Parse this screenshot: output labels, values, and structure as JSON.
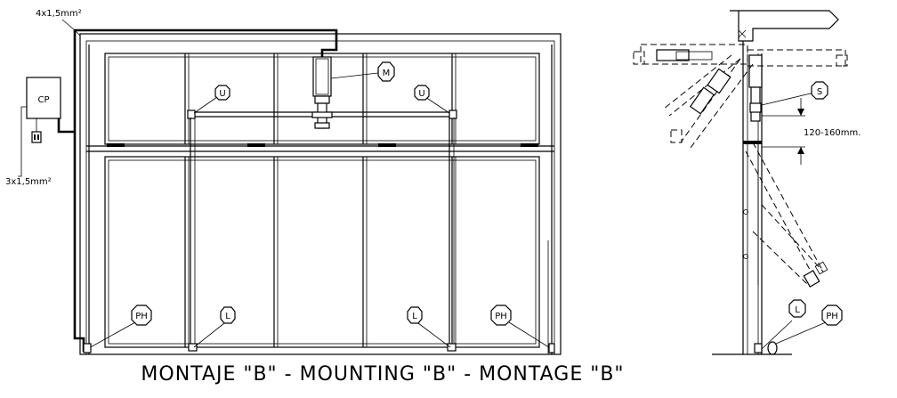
{
  "labels": {
    "cable_top": "4x1,5mm²",
    "cable_left": "3x1,5mm²",
    "control_panel": "CP",
    "motor": "M",
    "upper_left": "U",
    "upper_right": "U",
    "lower_left": "L",
    "lower_right": "L",
    "photocell_left": "PH",
    "photocell_right": "PH",
    "side_sensor": "S",
    "side_lower": "L",
    "side_photocell": "PH",
    "dimension": "120-160mm.",
    "caption": "MONTAJE \"B\" - MOUNTING \"B\" - MONTAGE \"B\""
  }
}
